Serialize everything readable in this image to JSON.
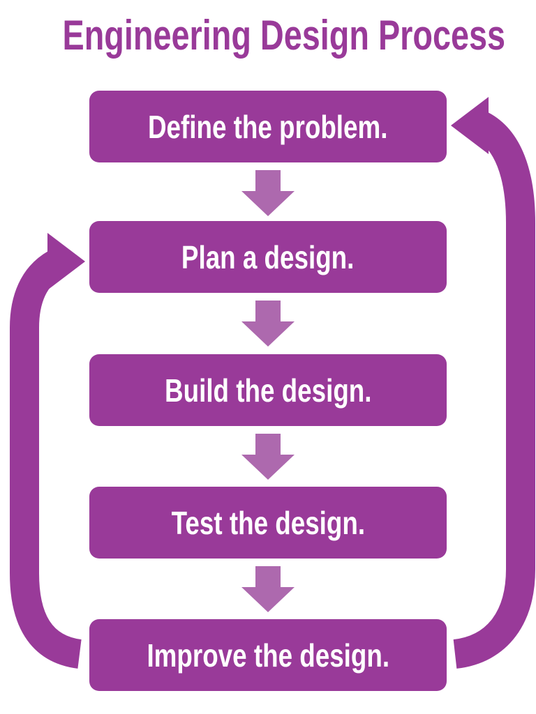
{
  "title": "Engineering Design Process",
  "colors": {
    "primary_purple": "#993a99",
    "light_purple": "#ad69ae",
    "label_text": "#ffffff",
    "background": "#ffffff"
  },
  "steps": [
    {
      "id": "define",
      "label": "Define the problem."
    },
    {
      "id": "plan",
      "label": "Plan a design."
    },
    {
      "id": "build",
      "label": "Build the design."
    },
    {
      "id": "test",
      "label": "Test the design."
    },
    {
      "id": "improve",
      "label": "Improve the design."
    }
  ],
  "flow": {
    "forward": [
      {
        "from": "Define the problem.",
        "to": "Plan a design.",
        "arrow": "down-block-arrow"
      },
      {
        "from": "Plan a design.",
        "to": "Build the design.",
        "arrow": "down-block-arrow"
      },
      {
        "from": "Build the design.",
        "to": "Test the design.",
        "arrow": "down-block-arrow"
      },
      {
        "from": "Test the design.",
        "to": "Improve the design.",
        "arrow": "down-block-arrow"
      }
    ],
    "feedback": [
      {
        "from": "Improve the design.",
        "to": "Define the problem.",
        "side": "right",
        "arrow": "curved-arrow"
      },
      {
        "from": "Improve the design.",
        "to": "Plan a design.",
        "side": "left",
        "arrow": "curved-arrow"
      }
    ]
  }
}
